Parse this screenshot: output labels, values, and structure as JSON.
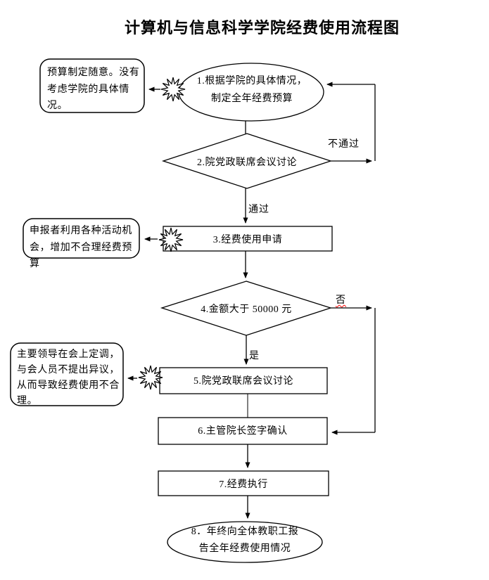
{
  "title": "计算机与信息科学学院经费使用流程图",
  "nodes": {
    "n1": {
      "line1": "1.根据学院的具体情况，",
      "line2": "制定全年经费预算"
    },
    "n2": {
      "label": "2.院党政联席会议讨论"
    },
    "n3": {
      "label": "3.经费使用申请"
    },
    "n4": {
      "label": "4.金额大于 50000 元"
    },
    "n5": {
      "label": "5.院党政联席会议讨论"
    },
    "n6": {
      "label": "6.主管院长签字确认"
    },
    "n7": {
      "label": "7.经费执行"
    },
    "n8": {
      "line1": "8．年终向全体教职工报",
      "line2": "告全年经费使用情况"
    }
  },
  "edge_labels": {
    "not_pass": "不通过",
    "pass": "通过",
    "yes": "是",
    "no": "否"
  },
  "callouts": {
    "c1": "预算制定随意。没有考虑学院的具体情况。",
    "c2": "申报者利用各种活动机会，增加不合理经费预算",
    "c3": "主要领导在会上定调，与会人员不提出异议，从而导致经费使用不合理。"
  },
  "colors": {
    "line": "#000000",
    "spellcheck_underline": "#ff0000",
    "background": "#ffffff"
  }
}
